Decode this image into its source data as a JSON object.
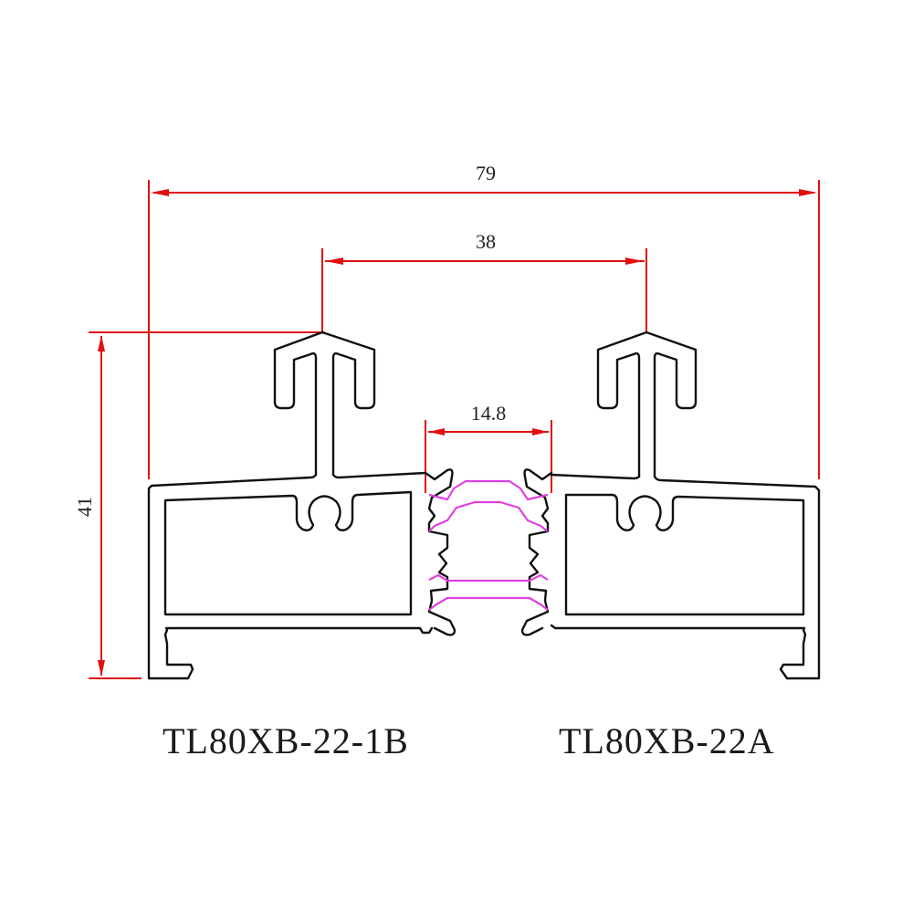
{
  "drawing": {
    "type": "aluminum profile cross-section",
    "colors": {
      "profile_outline": "#111111",
      "dimension_lines": "#e01010",
      "thermal_strip": "#e040e0",
      "background": "#ffffff"
    }
  },
  "dimensions": {
    "overall_width": "79",
    "hook_spacing": "38",
    "thermal_break_width": "14.8",
    "height": "41"
  },
  "labels": {
    "left_profile": "TL80XB-22-1B",
    "right_profile": "TL80XB-22A"
  }
}
